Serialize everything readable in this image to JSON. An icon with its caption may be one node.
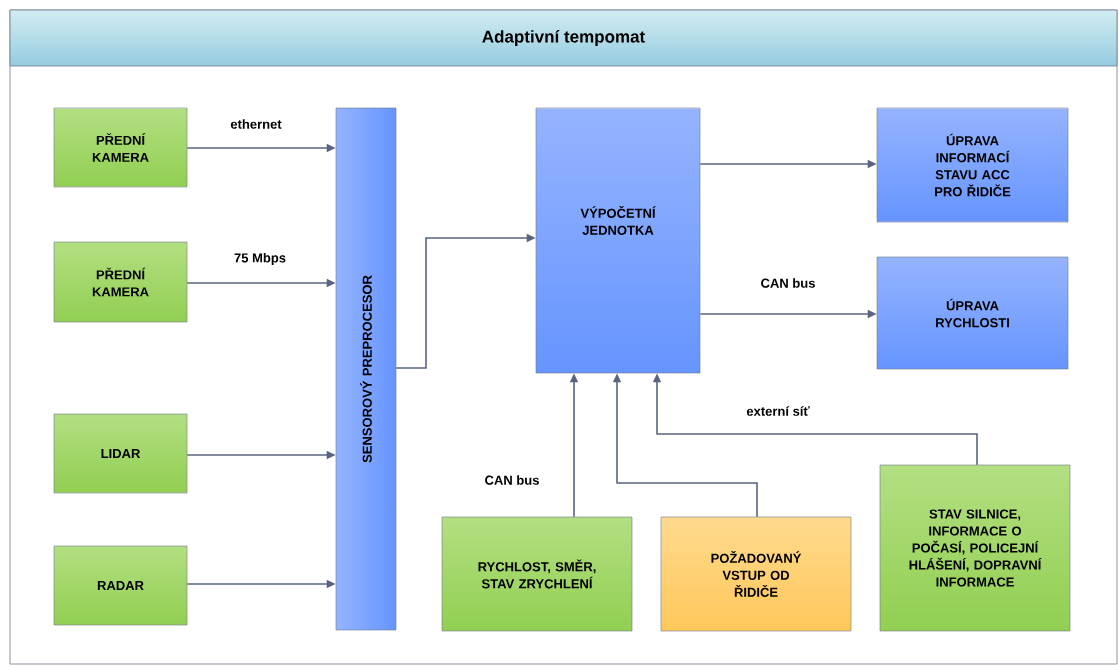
{
  "diagram": {
    "title": "Adaptivní tempomat",
    "nodes": [
      {
        "text": [
          "PŘEDNÍ KAMERA"
        ]
      },
      {
        "text": [
          "PŘEDNÍ KAMERA"
        ]
      },
      {
        "text": [
          "LIDAR"
        ]
      },
      {
        "text": [
          "RADAR"
        ]
      },
      {
        "text": [
          "SENSOROVÝ PREPROCESOR"
        ]
      },
      {
        "text": [
          "VÝPOČETNÍ JEDNOTKA"
        ]
      },
      {
        "text": [
          "ÚPRAVA INFORMACÍ STAVU ACC PRO ŘIDIČE"
        ]
      },
      {
        "text": [
          "ÚPRAVA RYCHLOSTI"
        ]
      },
      {
        "text": [
          "RYCHLOST, SMĚR, STAV ZRYCHLENÍ"
        ]
      },
      {
        "text": [
          "POŽADOVANÝ VSTUP OD ŘIDIČE"
        ]
      },
      {
        "text": [
          "STAV SILNICE, INFORMACE O POČASÍ, POLICEJNÍ HLÁŠENÍ, DOPRAVNÍ INFORMACE"
        ]
      }
    ],
    "edges": [
      {
        "from": 0,
        "to": 4,
        "arrow": "to",
        "label": "ethernet"
      },
      {
        "from": 1,
        "to": 4,
        "arrow": "to",
        "label": "75 Mbps"
      },
      {
        "from": 2,
        "to": 4,
        "arrow": "to"
      },
      {
        "from": 3,
        "to": 4,
        "arrow": "to"
      },
      {
        "from": 4,
        "to": 5,
        "arrow": "to"
      },
      {
        "from": 5,
        "to": 6,
        "arrow": "to"
      },
      {
        "from": 5,
        "to": 7,
        "arrow": "to",
        "label": "CAN bus"
      },
      {
        "from": 8,
        "to": 5,
        "arrow": "to",
        "label": "CAN bus"
      },
      {
        "from": 9,
        "to": 5,
        "arrow": "to"
      },
      {
        "from": 10,
        "to": 5,
        "arrow": "to",
        "label": "externí síť"
      }
    ]
  }
}
